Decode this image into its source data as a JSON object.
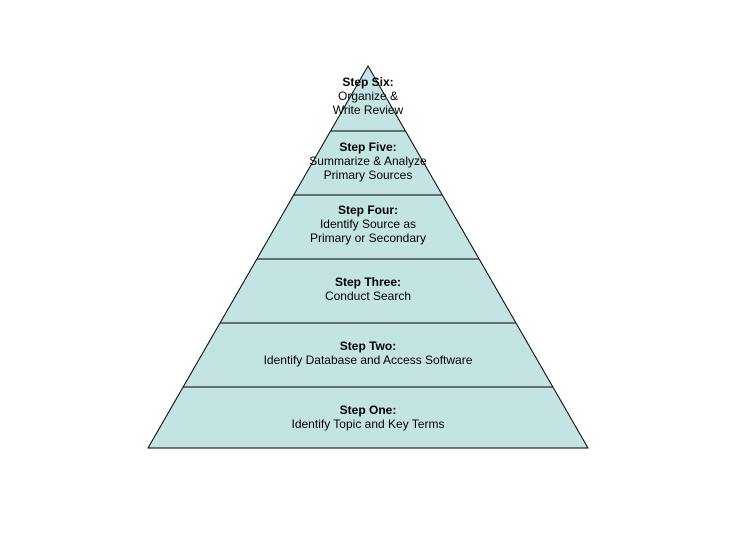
{
  "colors": {
    "fill": "#c4e3e3",
    "stroke": "#000000",
    "background": "#ffffff"
  },
  "levels": {
    "six": {
      "title": "Step Six:",
      "description": "Organize &\nWrite Review"
    },
    "five": {
      "title": "Step Five:",
      "description": "Summarize & Analyze\nPrimary Sources"
    },
    "four": {
      "title": "Step Four:",
      "description": "Identify Source as\nPrimary or Secondary"
    },
    "three": {
      "title": "Step Three:",
      "description": "Conduct Search"
    },
    "two": {
      "title": "Step Two:",
      "description": "Identify Database and Access Software"
    },
    "one": {
      "title": "Step One:",
      "description": "Identify Topic and Key Terms"
    }
  }
}
